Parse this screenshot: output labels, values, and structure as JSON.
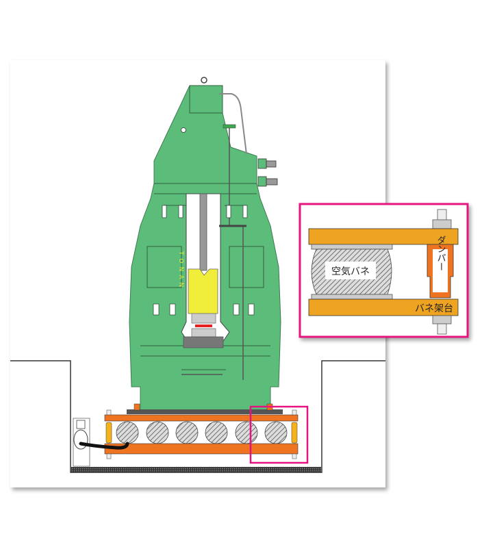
{
  "diagram": {
    "brand_mark": "TONAN",
    "inset": {
      "air_spring_label": "空気バネ",
      "damper_label": "ダンパー",
      "spring_stand_label": "バネ架台"
    }
  },
  "colors": {
    "machine_green": "#5cbd7a",
    "frame_orange": "#ee7422",
    "inset_orange": "#eea321",
    "damper_yellow": "#f6b21a",
    "die_yellow": "#f0ee3a",
    "highlight_magenta": "#e5137f"
  }
}
